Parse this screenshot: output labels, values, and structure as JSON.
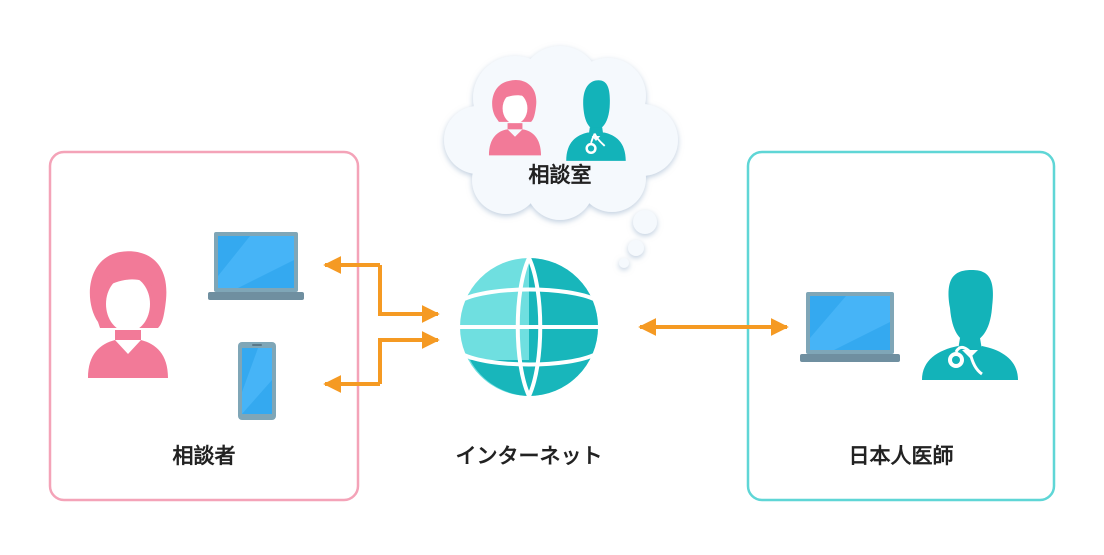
{
  "diagram": {
    "consultation_room": {
      "label": "相談室"
    },
    "consultee": {
      "label": "相談者"
    },
    "internet": {
      "label": "インターネット"
    },
    "doctor": {
      "label": "日本人医師"
    }
  },
  "colors": {
    "consultee_border": "#f4a3b8",
    "doctor_border": "#5fd6d6",
    "arrow": "#f59a23",
    "person_pink": "#f27a98",
    "doctor_teal": "#13b3b9",
    "screen_blue": "#34a9f0",
    "globe_light": "#6fdfe0",
    "globe_dark": "#18b6bb",
    "cloud_fill": "#f5f9fd"
  },
  "icons": [
    "woman-icon",
    "doctor-icon",
    "laptop-icon",
    "smartphone-icon",
    "globe-icon",
    "thought-cloud-icon"
  ]
}
